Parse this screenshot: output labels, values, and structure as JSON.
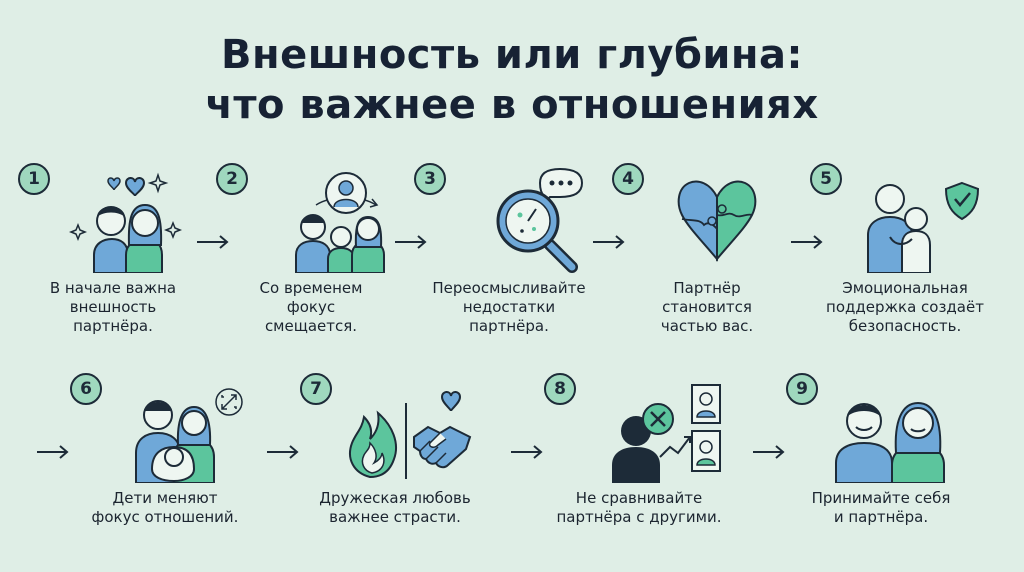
{
  "title": {
    "line1": "Внешность или глубина:",
    "line2": "что важнее в отношениях"
  },
  "steps": [
    {
      "number": "1",
      "caption_lines": [
        "В начале важна",
        "внешность",
        "партнёра."
      ]
    },
    {
      "number": "2",
      "caption_lines": [
        "Со временем",
        "фокус",
        "смещается."
      ]
    },
    {
      "number": "3",
      "caption_lines": [
        "Переосмысливайте",
        "недостатки",
        "партнёра."
      ]
    },
    {
      "number": "4",
      "caption_lines": [
        "Партнёр",
        "становится",
        "частью вас."
      ]
    },
    {
      "number": "5",
      "caption_lines": [
        "Эмоциональная",
        "поддержка создаёт",
        "безопасность."
      ]
    },
    {
      "number": "6",
      "caption_lines": [
        "Дети меняют",
        "фокус отношений."
      ]
    },
    {
      "number": "7",
      "caption_lines": [
        "Дружеская любовь",
        "важнее страсти."
      ]
    },
    {
      "number": "8",
      "caption_lines": [
        "Не сравнивайте",
        "партнёра с другими."
      ]
    },
    {
      "number": "9",
      "caption_lines": [
        "Принимайте себя",
        "и партнёра."
      ]
    }
  ],
  "colors": {
    "background": "#dfeee6",
    "accent_blue": "#6fa8d8",
    "accent_green": "#5cc59d",
    "outline": "#1d2b38"
  }
}
